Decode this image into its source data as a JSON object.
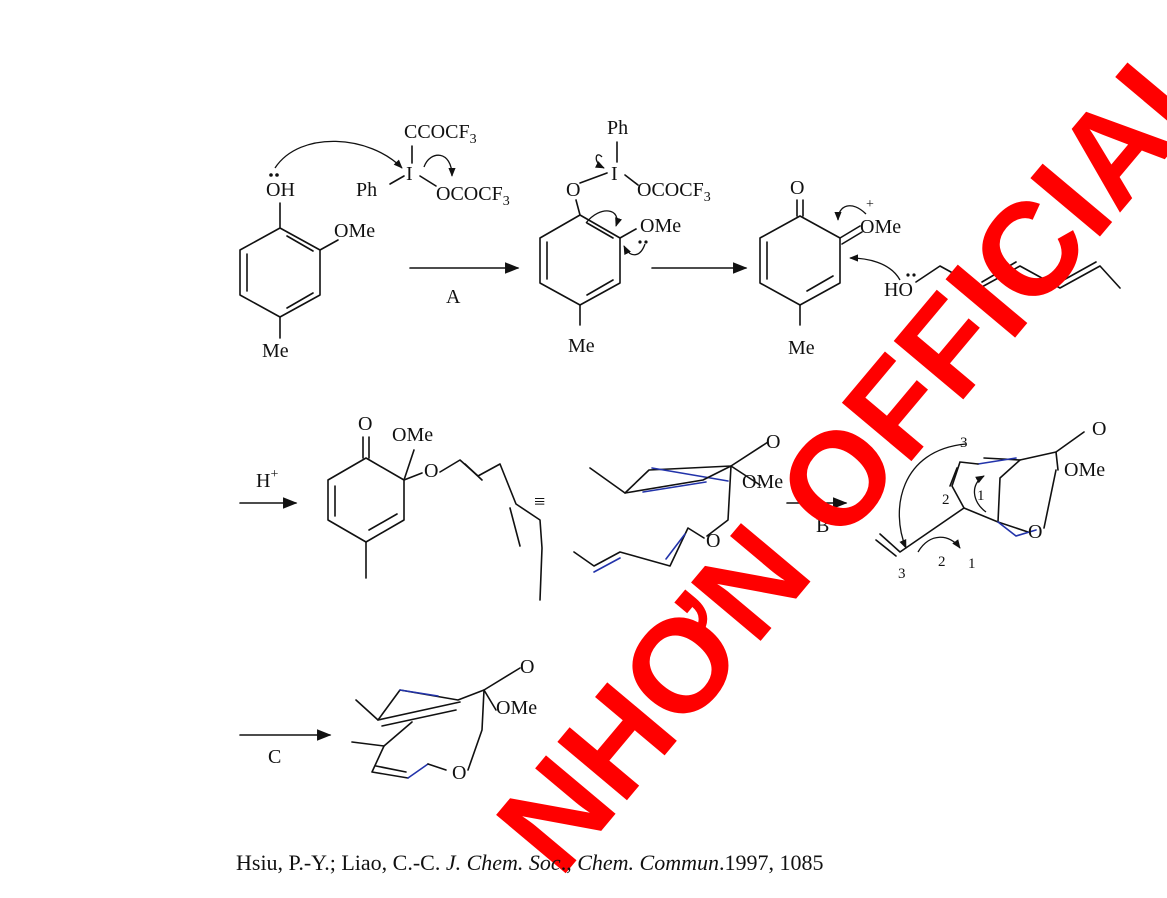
{
  "labels": {
    "oh": "OH",
    "ome": "OMe",
    "me": "Me",
    "ph": "Ph",
    "i": "I",
    "o": "O",
    "ho": "HO",
    "reagent_ccocf": "CCOCF",
    "reagent_ococf": "OCOCF",
    "sub3": "3",
    "plus": "+",
    "h": "H",
    "equiv": "≡"
  },
  "steps": {
    "a": "A",
    "b": "B",
    "c": "C"
  },
  "numbering": {
    "n1": "1",
    "n2": "2",
    "n3": "3"
  },
  "citation": {
    "authors": "Hsiu, P.-Y.; Liao, C.-C. ",
    "journal1": "J. Chem. Soc",
    "journal_sep": "., ",
    "journal2": "Chem. Commun",
    "year_pages": ".1997, 1085"
  },
  "watermark": {
    "text": "NHƠN OFFICIAL",
    "color": "#ff0000"
  }
}
